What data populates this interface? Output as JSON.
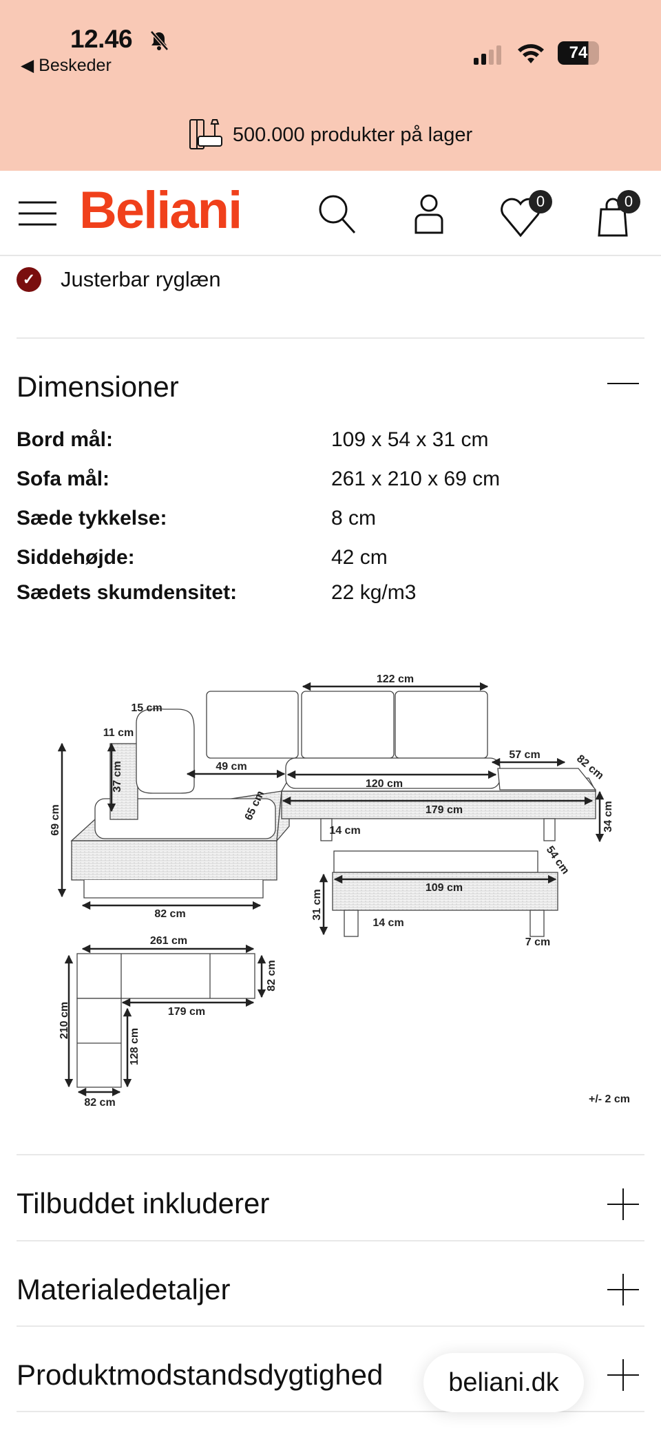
{
  "status_bar": {
    "time": "12.46",
    "back_label": "Beskeder",
    "battery": "74",
    "icons": [
      "bell-slash-icon",
      "signal-icon",
      "wifi-icon",
      "battery-icon"
    ]
  },
  "banner": {
    "text": "500.000 produkter på lager",
    "icon": "furniture-icon"
  },
  "header": {
    "logo": "Beliani",
    "wishlist_count": "0",
    "cart_count": "0",
    "brand_color": "#f0401b"
  },
  "features": [
    {
      "label": "Justerbar ryglæn",
      "icon": "check-circle-icon"
    }
  ],
  "dimensions": {
    "title": "Dimensioner",
    "rows": [
      {
        "label": "Bord mål:",
        "value": "109 x 54 x 31 cm"
      },
      {
        "label": "Sofa mål:",
        "value": "261 x 210 x 69 cm"
      },
      {
        "label": "Sæde tykkelse:",
        "value": "8 cm"
      },
      {
        "label": "Siddehøjde:",
        "value": "42 cm"
      },
      {
        "label": "Sædets skumdensitet:",
        "value": "22 kg/m3"
      }
    ],
    "diagram_labels": {
      "back_width": "122 cm",
      "arm_depth": "15 cm",
      "arm_width": "11 cm",
      "arm_height": "37 cm",
      "total_height": "69 cm",
      "seat_depth_left": "49 cm",
      "table_side_width": "57 cm",
      "side_depth": "82 cm",
      "seat_width": "120 cm",
      "seat_depth": "65 cm",
      "right_length": "179 cm",
      "right_height": "34 cm",
      "leg_height": "14 cm",
      "left_width": "82 cm",
      "table_depth": "54 cm",
      "table_length": "109 cm",
      "table_height": "31 cm",
      "table_leg": "14 cm",
      "table_leg_width": "7 cm",
      "plan_total": "261 cm",
      "plan_depth": "82 cm",
      "plan_inner": "179 cm",
      "plan_height": "210 cm",
      "plan_inner_height": "128 cm",
      "plan_width": "82 cm",
      "tolerance": "+/- 2 cm"
    }
  },
  "accordions": [
    {
      "label": "Tilbuddet inkluderer"
    },
    {
      "label": "Materialedetaljer"
    },
    {
      "label": "Produktmodstandsdygtighed"
    }
  ],
  "url_pill": {
    "text": "beliani.dk"
  }
}
